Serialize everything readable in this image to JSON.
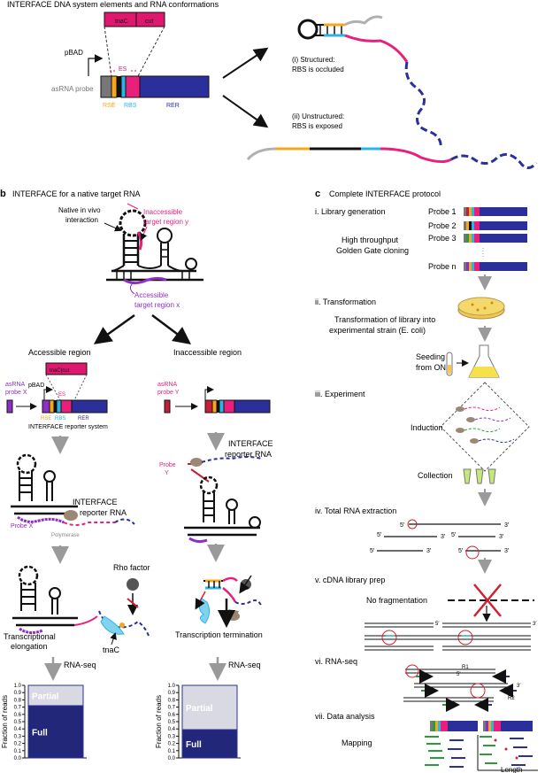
{
  "panel_a": {
    "title": "INTERFACE DNA system elements and RNA conformations",
    "tnac_label": "tnaC",
    "cut_label": "cut",
    "pbad": "pBAD",
    "es": "ES",
    "asrna_probe": "asRNA probe",
    "rse": "RSE",
    "rbs": "RBS",
    "rer": "RER",
    "structured_1": "(i) Structured:",
    "structured_2": "RBS is occluded",
    "unstructured_1": "(ii) Unstructured:",
    "unstructured_2": "RBS is exposed"
  },
  "panel_b": {
    "letter": "b",
    "title": "INTERFACE for a native target RNA",
    "native_1": "Native in vivo",
    "native_2": "interaction",
    "inacc_1": "Inaccessible",
    "inacc_2": "target region y",
    "acc_1": "Accessible",
    "acc_2": "target region x",
    "accessible_region": "Accessible region",
    "inaccessible_region": "Inaccessible region",
    "asrna_x_1": "asRNA",
    "asrna_x_2": "probe X",
    "asrna_y_1": "asRNA",
    "asrna_y_2": "probe Y",
    "tnac_cut": "tnaC|cut",
    "pbad": "pBAD",
    "es": "ES",
    "rse": "RSE",
    "rbs": "RBS",
    "rer": "RER",
    "reporter_system": "INTERFACE reporter system",
    "reporter_rna_l1": "INTERFACE",
    "reporter_rna_l2": "reporter RNA",
    "probe_x": "Probe X",
    "polymerase": "Polymerase",
    "probe_y_1": "Probe",
    "probe_y_2": "Y",
    "rho_factor": "Rho factor",
    "tnac": "tnaC",
    "elong_1": "Transcriptional",
    "elong_2": "elongation",
    "termination": "Transcription termination",
    "rnaseq": "RNA-seq"
  },
  "panel_c": {
    "letter": "c",
    "title": "Complete INTERFACE protocol",
    "step1": "i. Library generation",
    "probe1": "Probe 1",
    "probe2": "Probe 2",
    "probe3": "Probe 3",
    "proben": "Probe n",
    "gg_1": "High throughput",
    "gg_2": "Golden Gate cloning",
    "step2": "ii. Transformation",
    "transf_1": "Transformation of library into",
    "transf_2": "experimental strain (E. coli)",
    "seeding_1": "Seeding",
    "seeding_2": "from ON",
    "step3": "iii. Experiment",
    "induction": "Induction",
    "collection": "Collection",
    "step4": "iv. Total RNA extraction",
    "p5": "5′",
    "p3": "3′",
    "step5": "v. cDNA library prep",
    "nofrag": "No fragmentation",
    "step6": "vi. RNA-seq",
    "r1": "R1",
    "r2": "R2",
    "step7": "vii. Data analysis",
    "mapping": "Mapping",
    "length": "Length"
  },
  "chart_data": [
    {
      "type": "bar",
      "stacked": true,
      "categories": [
        ""
      ],
      "series": [
        {
          "name": "Full",
          "values": [
            0.72
          ]
        },
        {
          "name": "Partial",
          "values": [
            0.28
          ]
        }
      ],
      "ylabel": "Fraction of reads",
      "ylim": [
        0,
        1
      ],
      "yticks": [
        "0.0",
        "0.1",
        "0.2",
        "0.3",
        "0.4",
        "0.5",
        "0.6",
        "0.7",
        "0.8",
        "0.9",
        "1.0"
      ],
      "colors": {
        "Full": "#23277a",
        "Partial": "#d9d9e3"
      }
    },
    {
      "type": "bar",
      "stacked": true,
      "categories": [
        ""
      ],
      "series": [
        {
          "name": "Full",
          "values": [
            0.39
          ]
        },
        {
          "name": "Partial",
          "values": [
            0.61
          ]
        }
      ],
      "ylabel": "Fraction of reads",
      "ylim": [
        0,
        1
      ],
      "yticks": [
        "0.0",
        "0.1",
        "0.2",
        "0.3",
        "0.4",
        "0.5",
        "0.6",
        "0.7",
        "0.8",
        "0.9",
        "1.0"
      ],
      "colors": {
        "Full": "#23277a",
        "Partial": "#d9d9e3"
      }
    }
  ],
  "colors": {
    "navy": "#2b2f9c",
    "pink": "#e8207c",
    "cyan": "#2fb3e6",
    "orange": "#f6a81c",
    "gray": "#8a8a8a",
    "dark_blue_rna": "#252a8a"
  }
}
